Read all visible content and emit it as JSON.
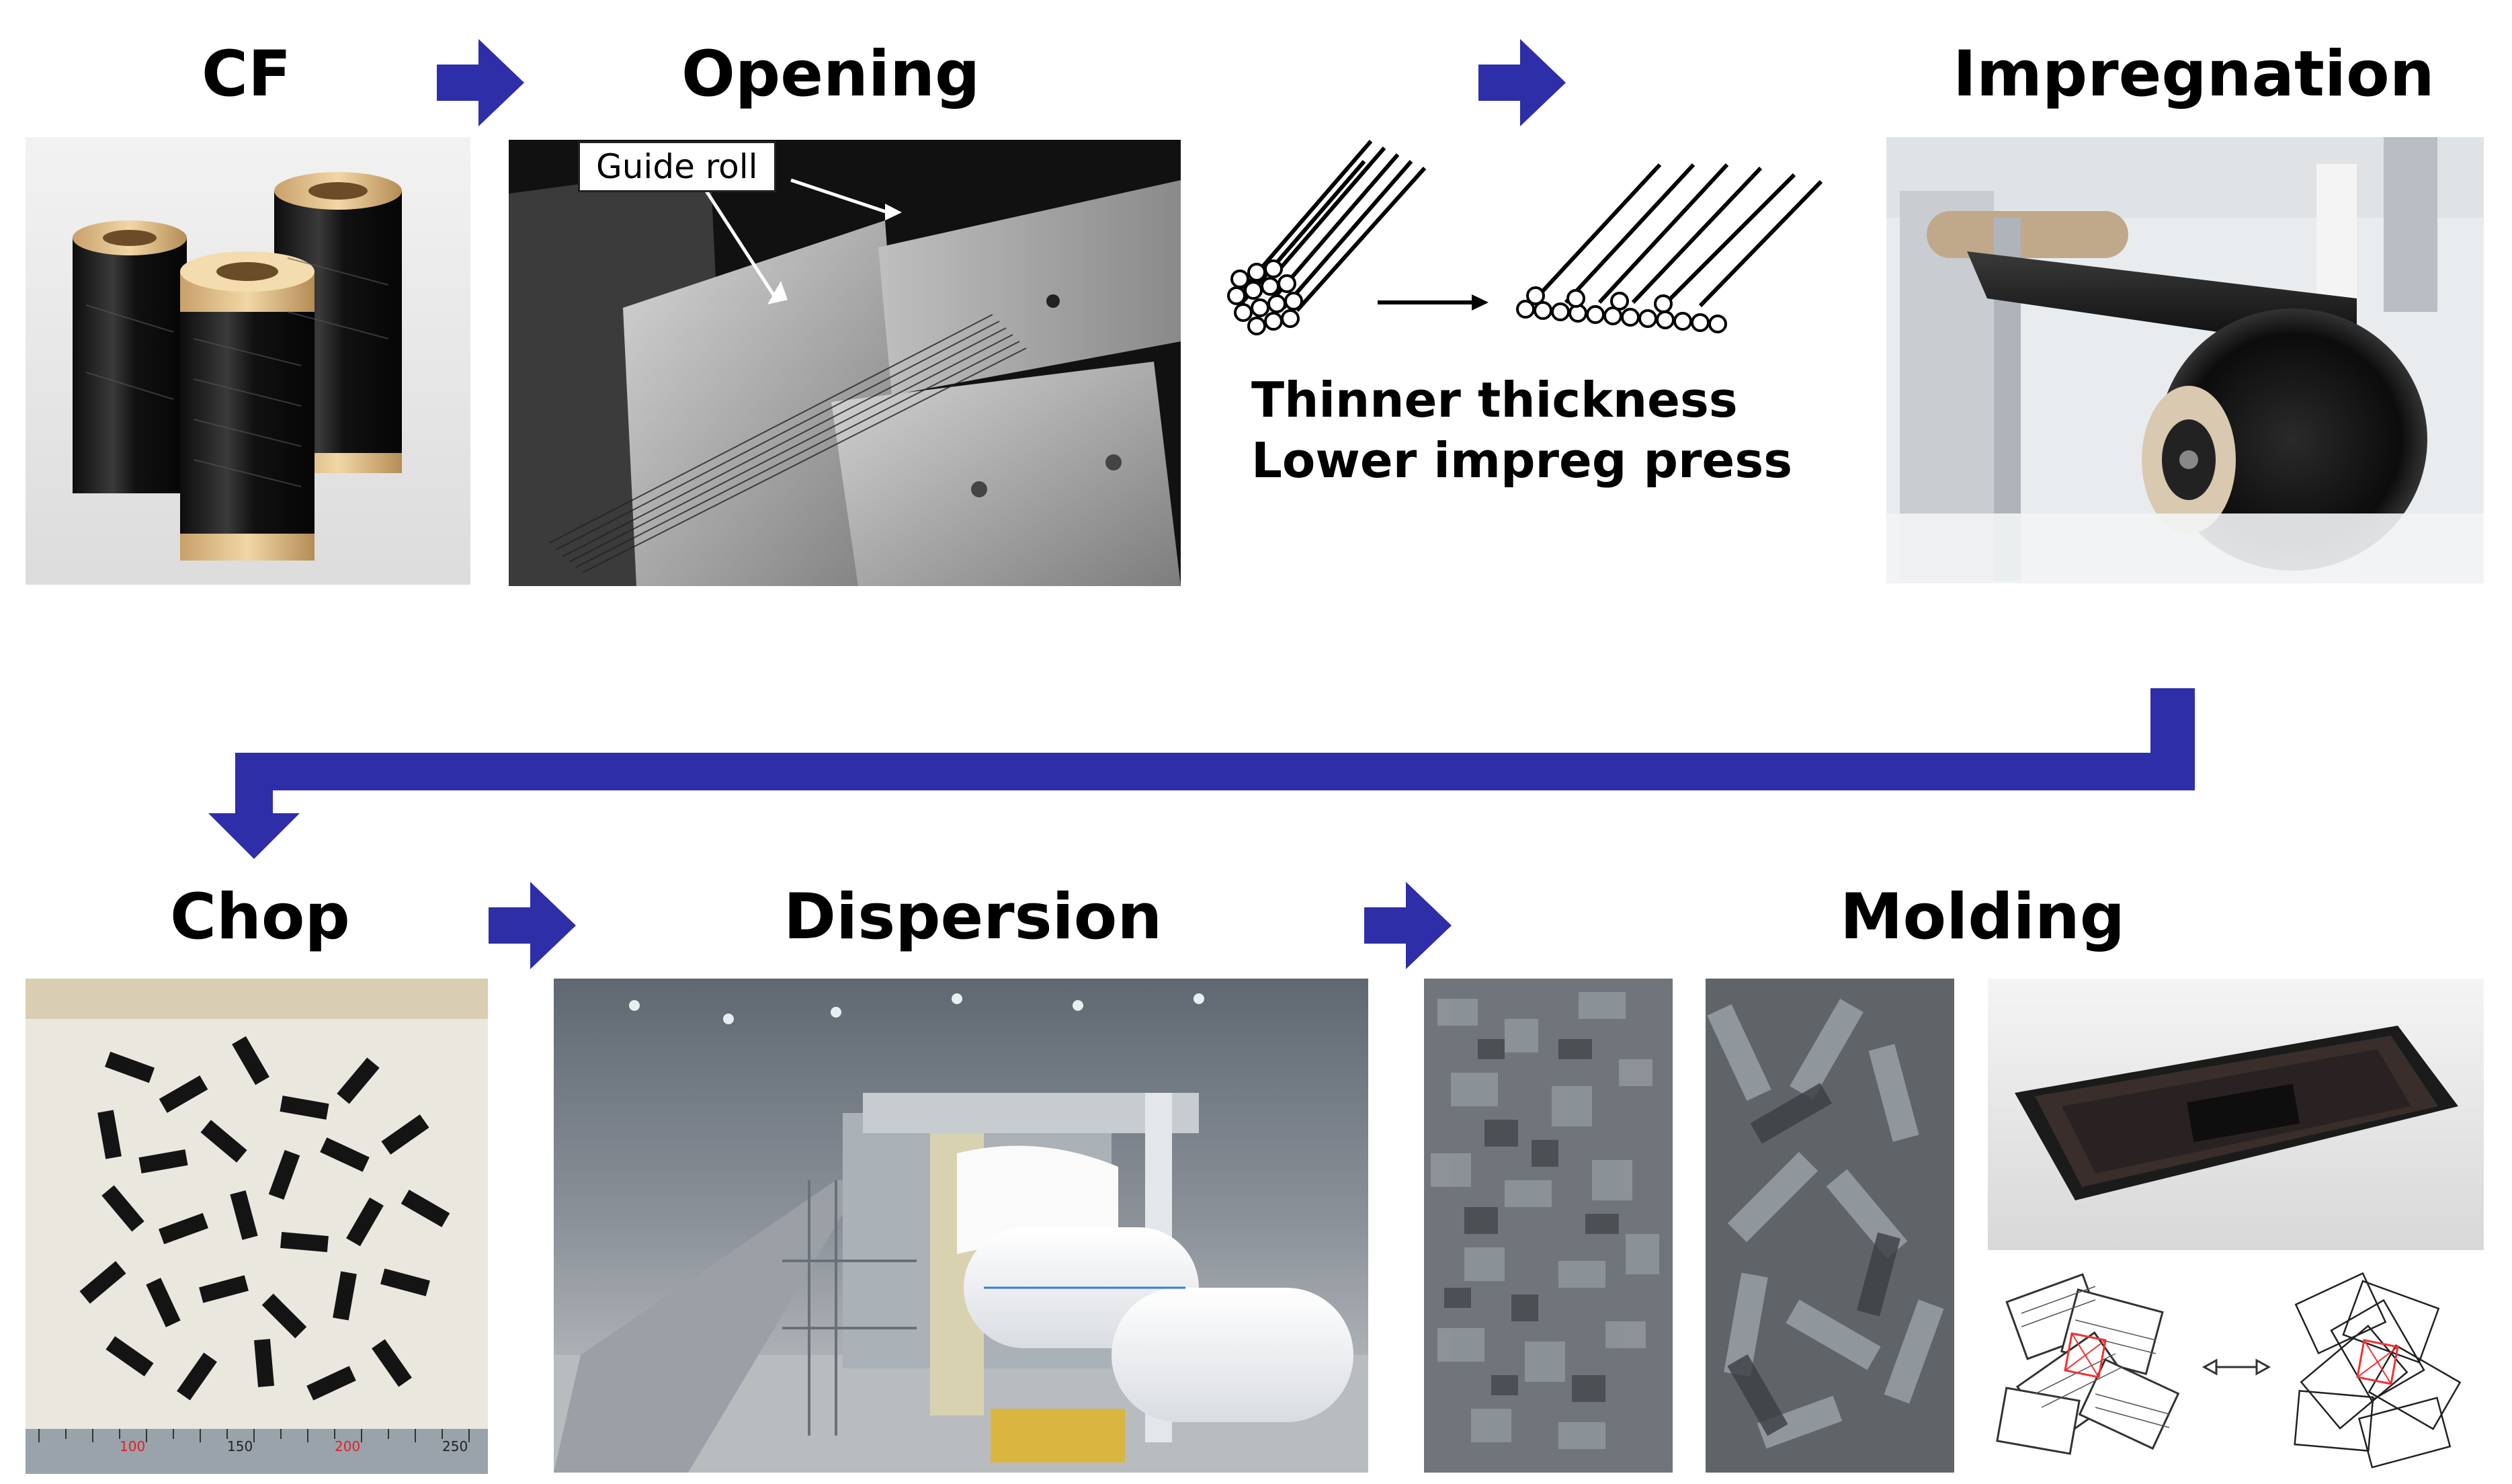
{
  "steps": {
    "cf": "CF",
    "opening": "Opening",
    "impregnation": "Impregnation",
    "chop": "Chop",
    "dispersion": "Dispersion",
    "molding": "Molding"
  },
  "opening_callout": "Guide roll",
  "thinning_notes": {
    "line1": "Thinner thickness",
    "line2": "Lower impreg press"
  },
  "ruler_labels": [
    "100",
    "150",
    "200",
    "250"
  ],
  "colors": {
    "arrow": "#2e2ea8",
    "title_text": "#000000"
  }
}
